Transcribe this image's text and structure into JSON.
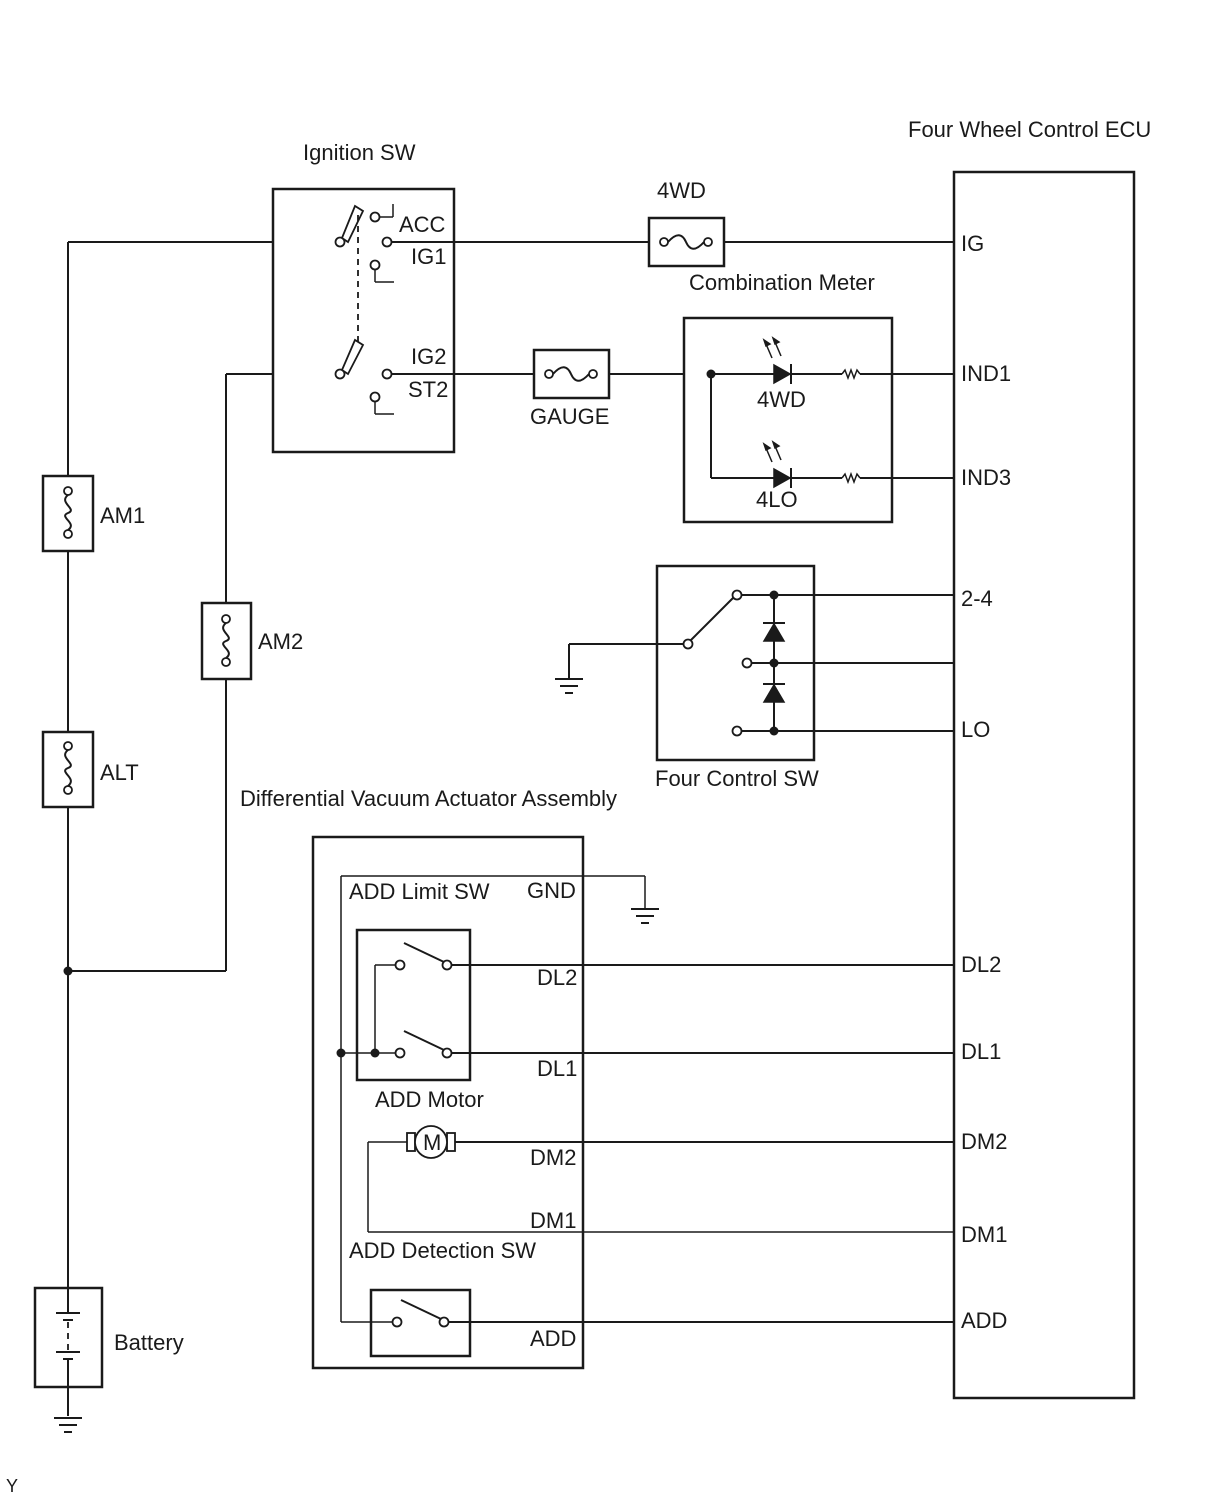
{
  "ecu": {
    "title": "Four Wheel Control ECU",
    "terminals": [
      "IG",
      "IND1",
      "IND3",
      "2-4",
      "LO",
      "DL2",
      "DL1",
      "DM2",
      "DM1",
      "ADD"
    ]
  },
  "ignition_sw": {
    "title": "Ignition SW",
    "terminals": [
      "ACC",
      "IG1",
      "IG2",
      "ST2"
    ]
  },
  "fuses": {
    "f4wd": "4WD",
    "gauge": "GAUGE",
    "am1": "AM1",
    "am2": "AM2",
    "alt": "ALT"
  },
  "combination_meter": {
    "title": "Combination Meter",
    "lamps": [
      "4WD",
      "4LO"
    ]
  },
  "four_control_sw": {
    "title": "Four Control SW"
  },
  "actuator": {
    "title": "Differential Vacuum Actuator Assembly",
    "limit_sw": "ADD Limit SW",
    "motor": "ADD Motor",
    "detection_sw": "ADD Detection SW",
    "terminals": [
      "GND",
      "DL2",
      "DL1",
      "DM2",
      "DM1",
      "ADD"
    ]
  },
  "battery": "Battery",
  "motor_symbol": "M",
  "footer_code": "Y"
}
